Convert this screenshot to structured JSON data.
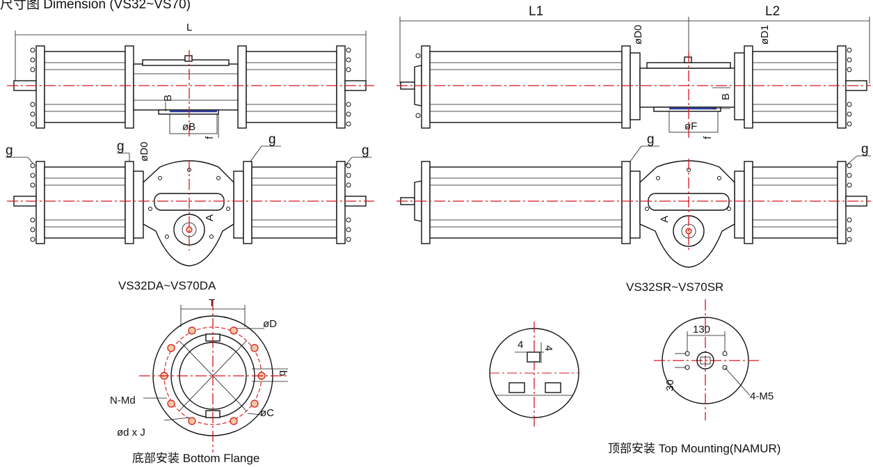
{
  "header": {
    "title": "尺寸图 Dimension (VS32~VS70)"
  },
  "dims_da": {
    "L": "L",
    "B1": "B",
    "phiB": "øB",
    "f1": "f",
    "g_left": "g",
    "g_mid1": "g",
    "g_mid2": "g",
    "g_right": "g",
    "phiD0": "øD0",
    "A": "A"
  },
  "dims_sr": {
    "L1": "L1",
    "L2": "L2",
    "phiD0": "øD0",
    "phiD1": "øD1",
    "B": "B",
    "phiF": "øF",
    "f": "f",
    "g_mid": "g",
    "g_right": "g",
    "A": "A"
  },
  "captions": {
    "da_model": "VS32DA~VS70DA",
    "sr_model": "VS32SR~VS70SR",
    "bottom_flange": "底部安装  Bottom Flange",
    "top_mounting": "顶部安装  Top Mounting(NAMUR)"
  },
  "flange": {
    "T": "T",
    "phiD": "øD",
    "b": "b",
    "NMd": "N-Md",
    "phidJ": "ød x J",
    "phiC": "øC"
  },
  "top_mount": {
    "dim_4a": "4",
    "dim_4b": "4",
    "dim_130": "130",
    "dim_30": "30",
    "screw": "4-M5"
  }
}
